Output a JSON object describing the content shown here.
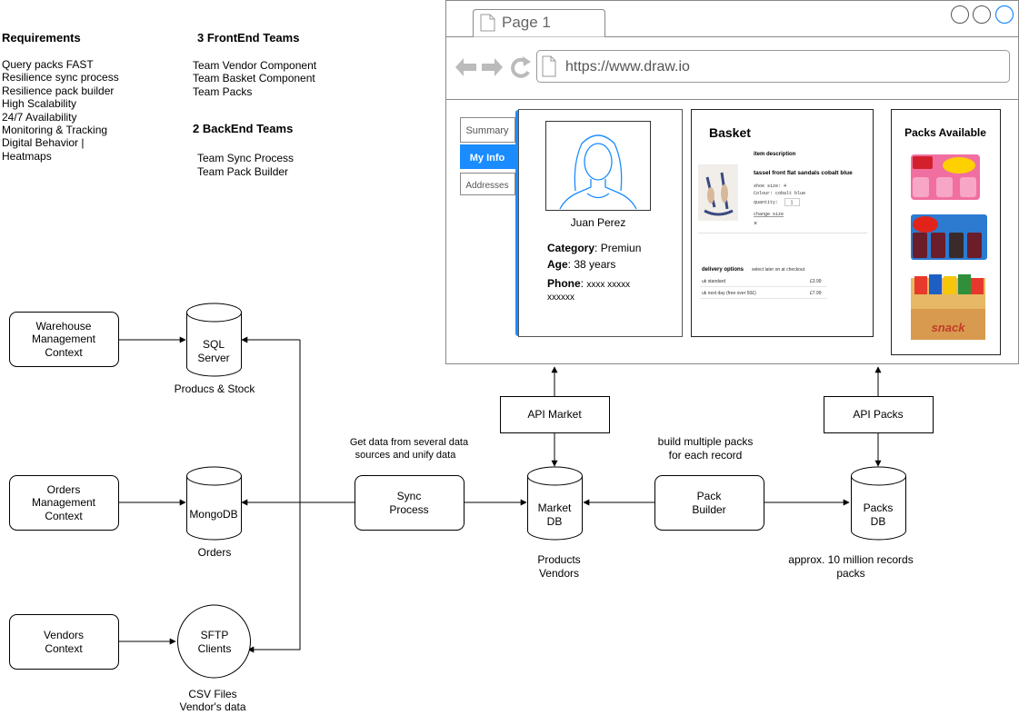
{
  "requirements": {
    "title": "Requirements",
    "items": [
      "Query packs FAST",
      "Resilience sync process",
      "Resilience pack builder",
      "High Scalability",
      "24/7 Availability",
      "Monitoring & Tracking",
      "Digital Behavior |",
      "Heatmaps"
    ]
  },
  "frontend": {
    "title": "3 FrontEnd Teams",
    "items": [
      "Team Vendor Component",
      "Team Basket Component",
      "Team Packs"
    ]
  },
  "backend": {
    "title": "2 BackEnd Teams",
    "items": [
      "Team Sync Process",
      "Team Pack Builder"
    ]
  },
  "browser": {
    "tab_label": "Page 1",
    "url": "https://www.draw.io",
    "colors": {
      "accent": "#1a8cff",
      "chrome": "#ffffff",
      "border": "#888888"
    }
  },
  "profile": {
    "tabs": [
      "Summary",
      "My Info",
      "Addresses"
    ],
    "name": "Juan Perez",
    "category_label": "Category",
    "category_value": "Premiun",
    "age_label": "Age",
    "age_value": "38 years",
    "phone_label": "Phone",
    "phone_value": "xxxx xxxxx",
    "phone_value2": "xxxxxx"
  },
  "basket": {
    "title": "Basket",
    "item_header": "item description",
    "item_name": "tassel front flat sandals cobalt blue",
    "item_details": [
      "shoe size: 4",
      "Colour: cobalt blue",
      "quantity:",
      "1"
    ],
    "change_size": "change size",
    "remove": "×",
    "delivery_title": "delivery options",
    "delivery_hint": "select later on at checkout",
    "delivery_rows": [
      {
        "name": "uk standard",
        "price": "£3.99"
      },
      {
        "name": "uk next day (free over 50£)",
        "price": "£7.99"
      }
    ]
  },
  "packs_panel": {
    "title": "Packs Available"
  },
  "nodes": {
    "warehouse": [
      "Warehouse",
      "Management",
      "Context"
    ],
    "orders_ctx": [
      "Orders",
      "Management",
      "Context"
    ],
    "vendors_ctx": [
      "Vendors",
      "Context"
    ],
    "sql": [
      "SQL",
      "Server"
    ],
    "sql_caption": "Producs & Stock",
    "mongo": [
      "MongoDB"
    ],
    "mongo_caption": "Orders",
    "sftp": [
      "SFTP",
      "Clients"
    ],
    "sftp_caption": [
      "CSV Files",
      "Vendor's data"
    ],
    "sync": [
      "Sync",
      "Process"
    ],
    "sync_caption": [
      "Get data from several data",
      "sources and unify data"
    ],
    "market_db": [
      "Market",
      "DB"
    ],
    "market_caption": [
      "Products",
      "Vendors"
    ],
    "api_market": "API Market",
    "pack_builder": [
      "Pack",
      "Builder"
    ],
    "builder_caption": [
      "build multiple packs",
      "for each record"
    ],
    "packs_db": [
      "Packs",
      "DB"
    ],
    "packs_caption": [
      "approx. 10 million records",
      "packs"
    ],
    "api_packs": "API Packs"
  }
}
